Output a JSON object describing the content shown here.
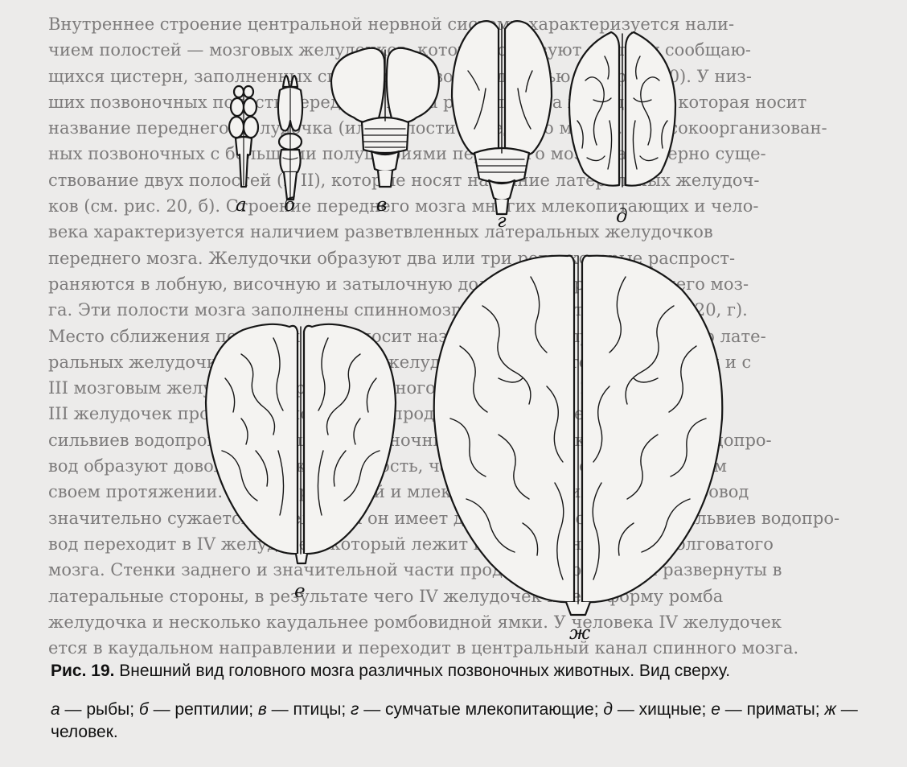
{
  "background_text": [
    "Внутреннее строение центральной нервной системы характеризуется нали-",
    "чием полостей — мозговых желудочков, которые образуют систему сообщаю-",
    "щихся цистерн, заполненных спинномозговой жидкостью (см. рис. 20). У низ-",
    "ших позвоночных полость переднего мозга разделена на желудочки, которая носит",
    "название переднего желудочка (или полости переднего мозга). У высокоорганизован-",
    "ных позвоночных с большими полушариями переднего мозга характерно суще-",
    "ствование двух полостей (I, II), которые носят название латеральных желудоч-",
    "ков (см. рис. 20, б). Строение переднего мозга многих млекопитающих и чело-",
    "века характеризуется наличием разветвленных латеральных желудочков",
    "переднего мозга. Желудочки образуют два или три рога, которые распрост-",
    "раняются в лобную, височную и затылочную доли полушарий переднего моз-",
    "га. Эти полости мозга заполнены спинномозговой жидкостью (см. рис. 20, г).",
    "Место сближения передних рогов носит название межжелудочковых дыр лате-",
    "ральных желудочков, через которые желудочки сообщаются между собой и с",
    "III мозговым желудочком промежуточного мозга (см. рис. 20).",
    "III желудочек промежуточного мозга продолжается и переходит в",
    "сильвиев водопровод. У низших позвоночных III желудочек и сильвиев водопро-",
    "вод образуют довольно сложную полость, часто имеющую сечения на всем",
    "своем протяжении. У птиц, рептилий и млекопитающих сильвиев водопровод",
    "значительно сужается. У человека он имеет диаметр около 3—4 мм. Сильвиев водопро-",
    "вод переходит в IV желудочек, который лежит внутри заднего и продолговатого",
    "мозга. Стенки заднего и значительной части продолговатого мозга развернуты в",
    "латеральные стороны, в результате чего IV желудочек имеет форму ромба",
    "желудочка и несколько каудальнее ромбовидной ямки. У человека IV желудочек",
    "ется в каудальном направлении и переходит в центральный канал спинного мозга."
  ],
  "figure": {
    "labels": {
      "a": "а",
      "b": "б",
      "v": "в",
      "g": "г",
      "d": "д",
      "e": "е",
      "zh": "ж"
    },
    "caption_number": "Рис. 19.",
    "caption_title": " Внешний вид головного мозга различных позвоночных животных. Вид сверху.",
    "legend": [
      {
        "key": "а",
        "text": " — рыбы; "
      },
      {
        "key": "б",
        "text": " — рептилии; "
      },
      {
        "key": "в",
        "text": " — птицы; "
      },
      {
        "key": "г",
        "text": " — сумчатые млекопитающие; "
      },
      {
        "key": "д",
        "text": " — хищные; "
      },
      {
        "key": "е",
        "text": " — приматы; "
      },
      {
        "key": "ж",
        "text": " — человек."
      }
    ]
  }
}
